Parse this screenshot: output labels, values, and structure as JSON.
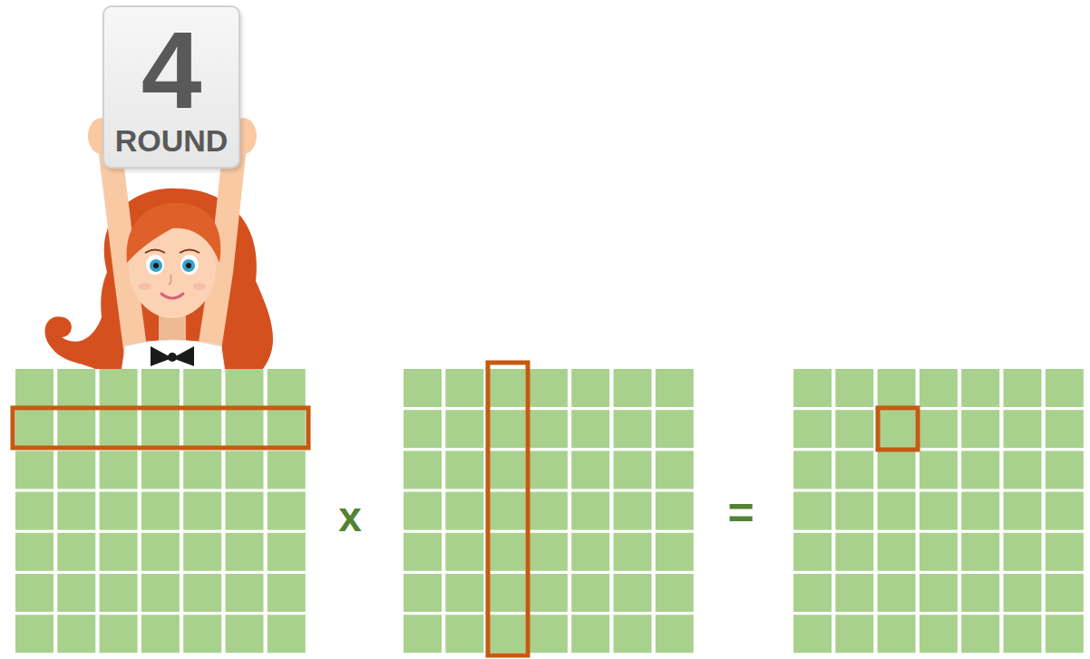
{
  "diagram": {
    "nodes": [
      {
        "text": [
          "4",
          "ROUND"
        ]
      }
    ],
    "labels": [
      "x",
      "="
    ]
  }
}
